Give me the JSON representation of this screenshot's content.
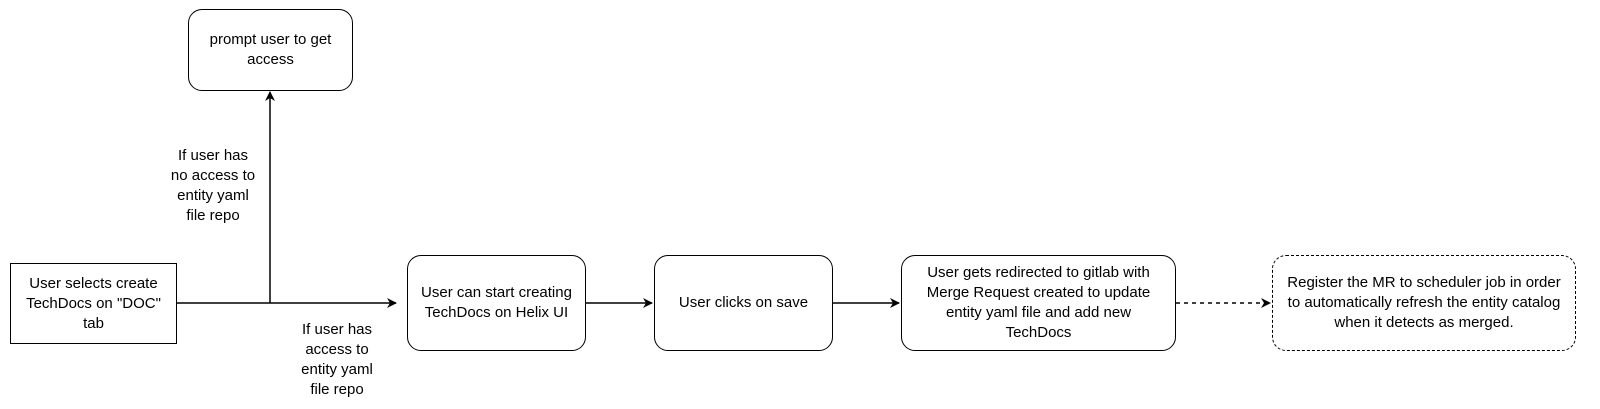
{
  "nodes": {
    "start": "User selects create TechDocs on \"DOC\" tab",
    "prompt_access": "prompt user to get access",
    "start_creating": "User can start creating TechDocs on Helix UI",
    "clicks_save": "User clicks on save",
    "redirected": "User gets redirected to gitlab with Merge Request created to update entity yaml file and add new TechDocs",
    "register_mr": "Register the MR to scheduler job in order to automatically refresh the entity catalog when it detects as merged."
  },
  "edge_labels": {
    "no_access": "If user has no access to entity yaml file repo",
    "has_access": "If user has access to entity yaml file repo"
  }
}
